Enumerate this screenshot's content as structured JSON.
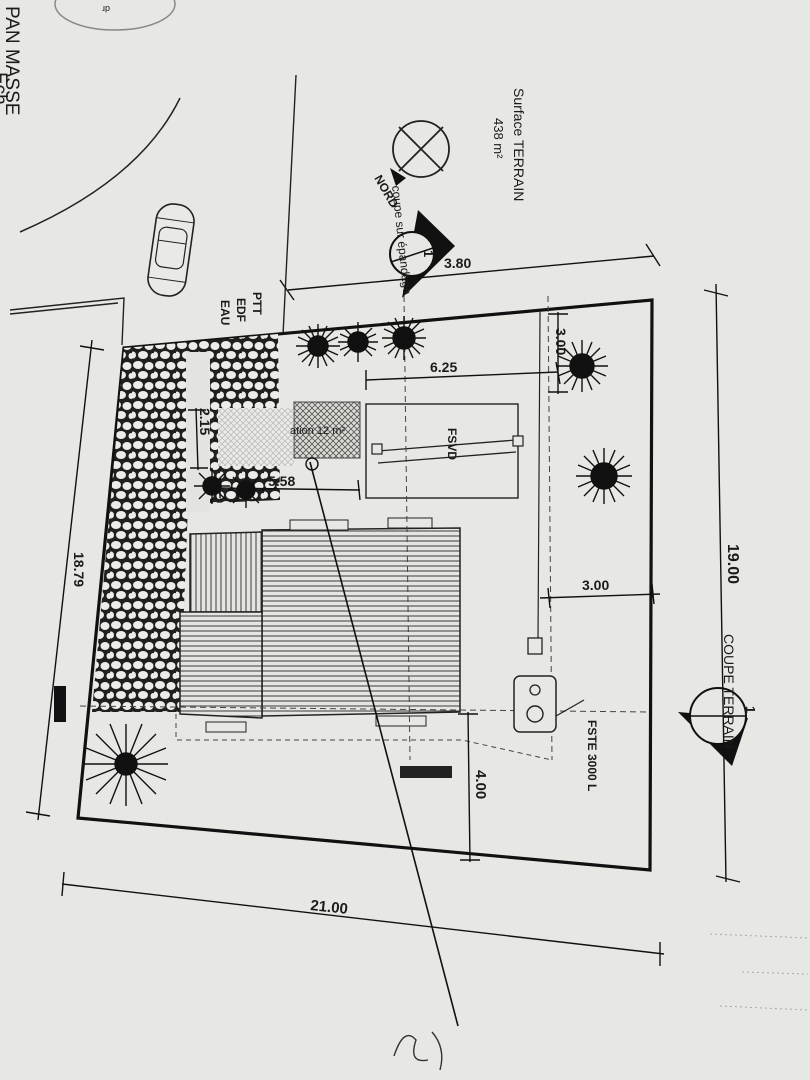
{
  "header": {
    "title_fragment": "PAN MASSE",
    "subtitle_fragment": "Ech"
  },
  "terrain": {
    "surface_label": "Surface TERRAIN",
    "surface_value": "438 m²"
  },
  "compass": {
    "label": "NORD"
  },
  "networks": [
    "PTT",
    "EDF",
    "EAU"
  ],
  "sections": {
    "top": {
      "number": "1",
      "label": "coupe sur épandage"
    },
    "right": {
      "number": "1",
      "label": "COUPE TERRAIN"
    }
  },
  "dimensions": {
    "top_offset": "3.80",
    "fsvd_width": "6.25",
    "fsvd_gap": "3.00",
    "parking_depth": "2.15",
    "parking_width": "5.58",
    "house_gap": "3.00",
    "fste_offset": "4.00",
    "lot_width": "21.00",
    "lot_depth_left": "18.79",
    "lot_depth_right": "19.00"
  },
  "labels": {
    "parking": "ation 12 m²",
    "fsvd": "FSVD",
    "fste": "FSTE 3000 L"
  },
  "colors": {
    "paper": "#e7e7e3",
    "ink": "#1b1b1b"
  }
}
